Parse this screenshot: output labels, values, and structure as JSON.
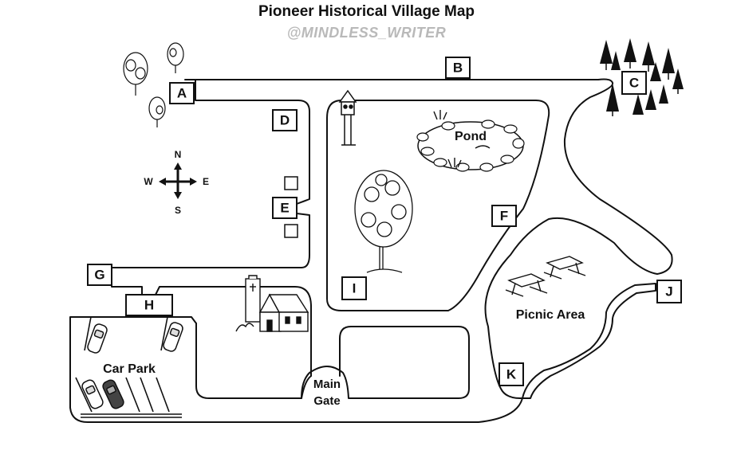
{
  "title": "Pioneer Historical Village Map",
  "watermark": "@MINDLESS_WRITER",
  "compass": {
    "north": "N",
    "south": "S",
    "east": "E",
    "west": "W"
  },
  "labels": {
    "pond": "Pond",
    "car_park": "Car Park",
    "picnic_area": "Picnic Area",
    "main_gate_line1": "Main",
    "main_gate_line2": "Gate"
  },
  "markers": {
    "A": "A",
    "B": "B",
    "C": "C",
    "D": "D",
    "E": "E",
    "F": "F",
    "G": "G",
    "H": "H",
    "I": "I",
    "J": "J",
    "K": "K"
  }
}
